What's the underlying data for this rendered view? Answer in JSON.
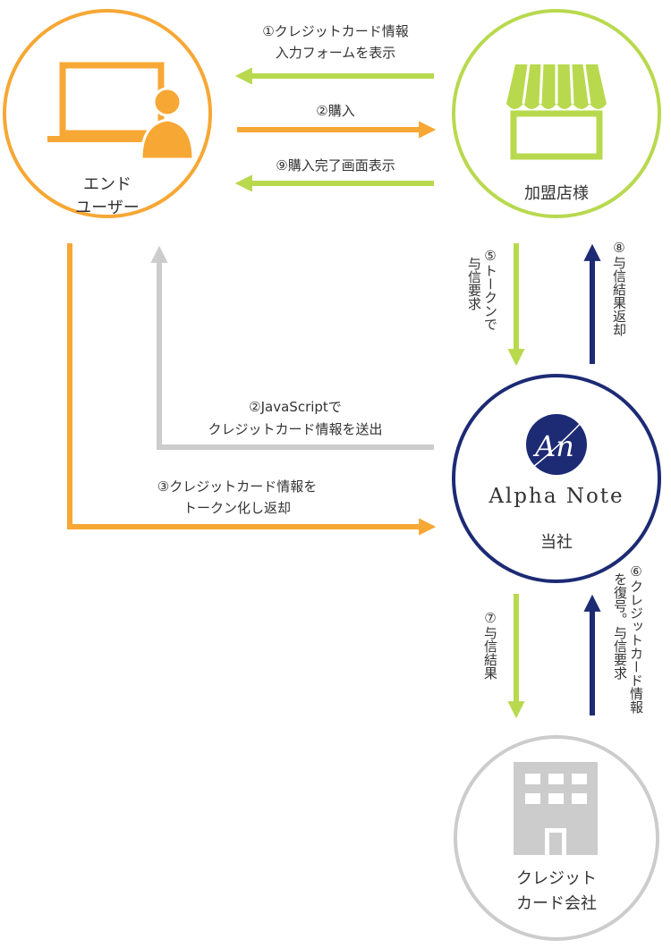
{
  "colors": {
    "orange": "#f7a734",
    "green": "#b8d94e",
    "navy": "#1d2a74",
    "gray": "#cccccc"
  },
  "nodes": {
    "end_user": {
      "line1": "エンド",
      "line2": "ユーザー",
      "icon": "laptop-user-icon"
    },
    "merchant": {
      "label": "加盟店様",
      "icon": "storefront-icon"
    },
    "company": {
      "brand": "Alpha Note",
      "label": "当社",
      "logo_text": "An",
      "icon": "alpha-note-logo"
    },
    "card_company": {
      "line1": "クレジット",
      "line2": "カード会社",
      "icon": "building-icon"
    }
  },
  "arrows": {
    "a1": {
      "line1": "①クレジットカード情報",
      "line2": "入力フォームを表示"
    },
    "a2": {
      "label": "②購入"
    },
    "a9": {
      "label": "⑨購入完了画面表示"
    },
    "a2js": {
      "line1": "②JavaScriptで",
      "line2": "クレジットカード情報を送出"
    },
    "a3": {
      "line1": "③クレジットカード情報を",
      "line2": "トークン化し返却"
    },
    "a5": {
      "line1": "⑤トークンで",
      "line2": "与信要求"
    },
    "a8": {
      "label": "⑧与信結果返却"
    },
    "a7": {
      "label": "⑦与信結果"
    },
    "a6": {
      "line1": "⑥クレジットカード情報",
      "line2": "を復号。与信要求"
    }
  }
}
